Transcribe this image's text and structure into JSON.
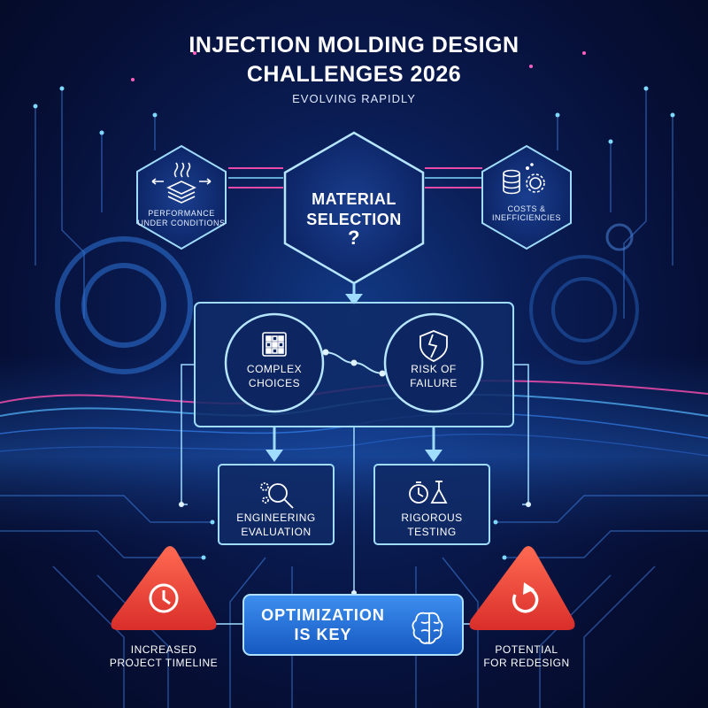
{
  "header": {
    "title_line1": "INJECTION MOLDING DESIGN",
    "title_line2": "CHALLENGES 2026",
    "subtitle": "EVOLVING RAPIDLY"
  },
  "nodes": {
    "performance": {
      "line1": "PERFORMANCE",
      "line2": "UNDER CONDITIONS",
      "icon": "heat-layers-icon"
    },
    "material": {
      "line1": "MATERIAL",
      "line2": "SELECTION",
      "mark": "?"
    },
    "costs": {
      "label": "COSTS & INEFFICIENCIES",
      "icon": "coins-gear-icon"
    },
    "complex": {
      "line1": "COMPLEX",
      "line2": "CHOICES",
      "icon": "grid-chart-icon"
    },
    "risk": {
      "line1": "RISK OF",
      "line2": "FAILURE",
      "icon": "broken-shield-icon"
    },
    "engineering": {
      "line1": "ENGINEERING",
      "line2": "EVALUATION",
      "icon": "magnifier-gears-icon"
    },
    "testing": {
      "line1": "RIGOROUS",
      "line2": "TESTING",
      "icon": "stopwatch-flask-icon"
    },
    "optimization": {
      "line1": "OPTIMIZATION",
      "line2": "IS KEY",
      "icon": "brain-icon"
    },
    "timeline": {
      "line1": "INCREASED",
      "line2": "PROJECT TIMELINE",
      "icon": "clock-icon"
    },
    "redesign": {
      "line1": "POTENTIAL",
      "line2": "FOR REDESIGN",
      "icon": "redo-icon"
    }
  },
  "colors": {
    "accent_cyan": "#6fd3ff",
    "accent_magenta": "#ff4fb0",
    "warning_red": "#f2453a",
    "panel_fill": "#0f2a66",
    "optimization_fill": "#1f74d6"
  }
}
